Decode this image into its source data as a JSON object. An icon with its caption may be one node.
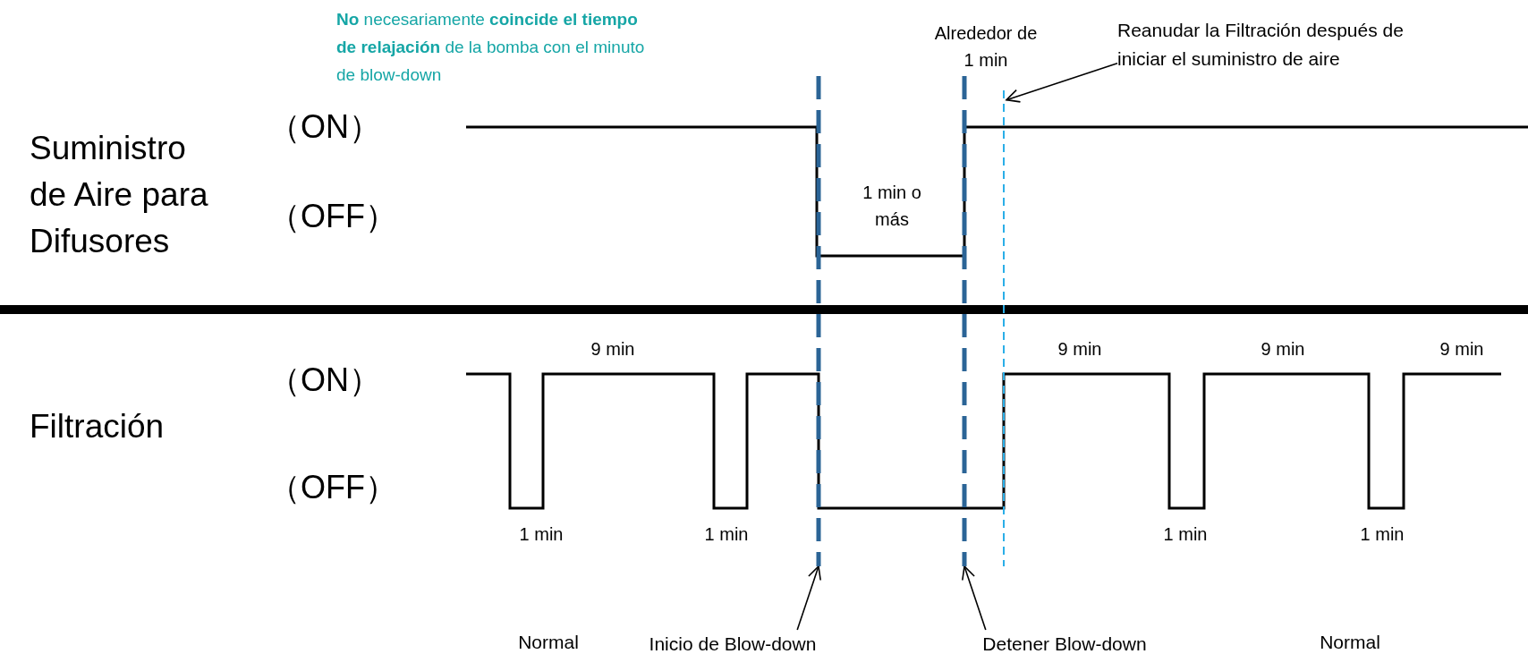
{
  "diagram": {
    "nodes": [
      {
        "text": [
          "Reanudar la Filtración después de iniciar el suministro de aire"
        ]
      },
      {
        "text": [
          "Inicio de Blow-down"
        ]
      },
      {
        "text": [
          "Detener Blow-down"
        ]
      },
      {
        "text": [],
        "shape": "line"
      },
      {
        "text": [],
        "shape": "line"
      },
      {
        "text": [],
        "shape": "line"
      }
    ],
    "edges": [
      {
        "from": 0,
        "to": 5,
        "arrow": "to"
      },
      {
        "from": 1,
        "to": 3,
        "arrow": "to"
      },
      {
        "from": 2,
        "to": 4,
        "arrow": "to"
      }
    ],
    "labels": [
      "**No** necesariamente **coincide el tiempo de relajación** de la bomba con el minuto de blow-down",
      "Alrededor de 1 min",
      "（ON）",
      "Suministro de Aire para Difusores",
      "（OFF）",
      "1 min o más",
      "9 min",
      "9 min",
      "9 min",
      "9 min",
      "（ON）",
      "Filtración",
      "（OFF）",
      "1 min",
      "1 min",
      "1 min",
      "1 min",
      "Normal",
      "Normal"
    ]
  }
}
